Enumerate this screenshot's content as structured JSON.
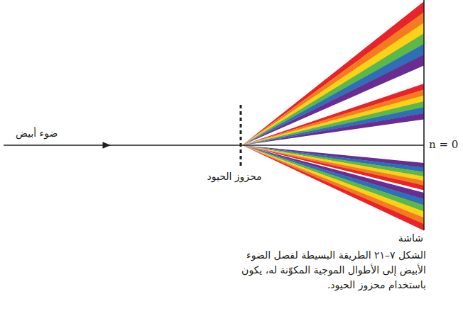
{
  "diagram": {
    "caption": "الشكل ٧–٢١ الطريقة البسيطة لفصل الضوء الأبيض إلى الأطوال الموجية المكوّنة له، يكون باستخدام محزوز الحيود.",
    "labels": [
      "ضوء أبيض",
      "محزوز الحيود",
      "n = 0",
      "شاشة"
    ]
  }
}
